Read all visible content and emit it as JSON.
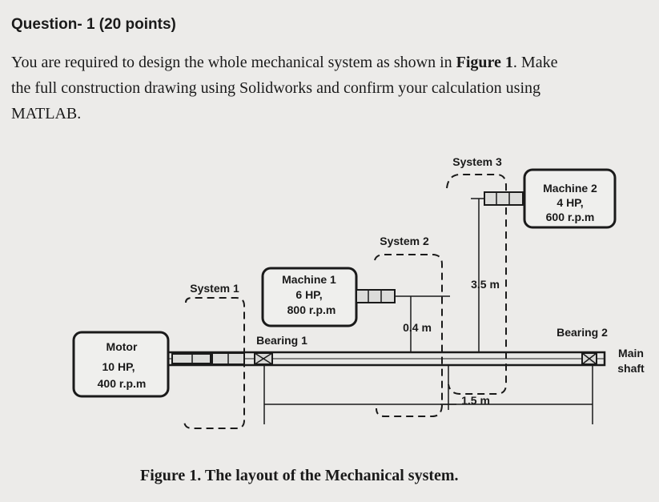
{
  "question": {
    "title": "Question- 1 (20 points)",
    "text_line1": "You are required to design the whole mechanical system as shown in ",
    "text_bold": "Figure 1",
    "text_line1_end": ". Make",
    "text_line2": "the full construction drawing using Solidworks and confirm your calculation using",
    "text_line3": "MATLAB."
  },
  "figure": {
    "motor": {
      "line1": "Motor",
      "line2": "10 HP,",
      "line3": "400 r.p.m"
    },
    "machine1": {
      "line1": "Machine 1",
      "line2": "6 HP,",
      "line3": "800 r.p.m"
    },
    "machine2": {
      "line1": "Machine 2",
      "line2": "4 HP,",
      "line3": "600 r.p.m"
    },
    "system1": "System 1",
    "system2": "System 2",
    "system3": "System 3",
    "bearing1": "Bearing 1",
    "bearing2": "Bearing 2",
    "main_shaft_line1": "Main",
    "main_shaft_line2": "shaft",
    "dim_04": "0.4 m",
    "dim_35": "3.5 m",
    "dim_15": "1.5 m",
    "caption": "Figure 1. The layout of the Mechanical system."
  }
}
